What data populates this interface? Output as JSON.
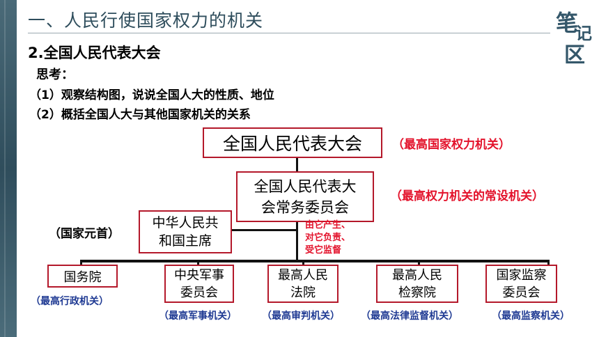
{
  "header": {
    "title": "一、人民行使国家权力的机关",
    "logo_text": [
      "笔",
      "记",
      "区"
    ]
  },
  "section": {
    "subtitle": "2.全国人民代表大会",
    "think_label": "思考：",
    "questions": [
      "（1）观察结构图，说说全国人大的性质、地位",
      "（2）概括全国人大与其他国家机关的关系"
    ]
  },
  "diagram": {
    "npc": {
      "label": "全国人民代表大会",
      "note": "（最高国家权力机关）"
    },
    "standing": {
      "label": "全国人民代表大\n会常务委员会",
      "note": "（最高权力机关的常设机关）"
    },
    "president": {
      "label": "中华人民共\n和国主席",
      "note": "（国家元首）"
    },
    "relation_note": "由它产生、\n对它负责、\n受它监督",
    "organs": [
      {
        "label": "国务院",
        "note": "（最高行政机关）"
      },
      {
        "label": "中央军事\n委员会",
        "note": "（最高军事机关）"
      },
      {
        "label": "最高人民\n法院",
        "note": "（最高审判机关）"
      },
      {
        "label": "最高人民\n检察院",
        "note": "（最高法律监督机关）"
      },
      {
        "label": "国家监察\n委员会",
        "note": "（最高监察机关）"
      }
    ],
    "colors": {
      "box_border": "#b4182a",
      "red_text": "#e3122b",
      "blue_text": "#1f3a93",
      "title_color": "#2e4d5c"
    }
  }
}
